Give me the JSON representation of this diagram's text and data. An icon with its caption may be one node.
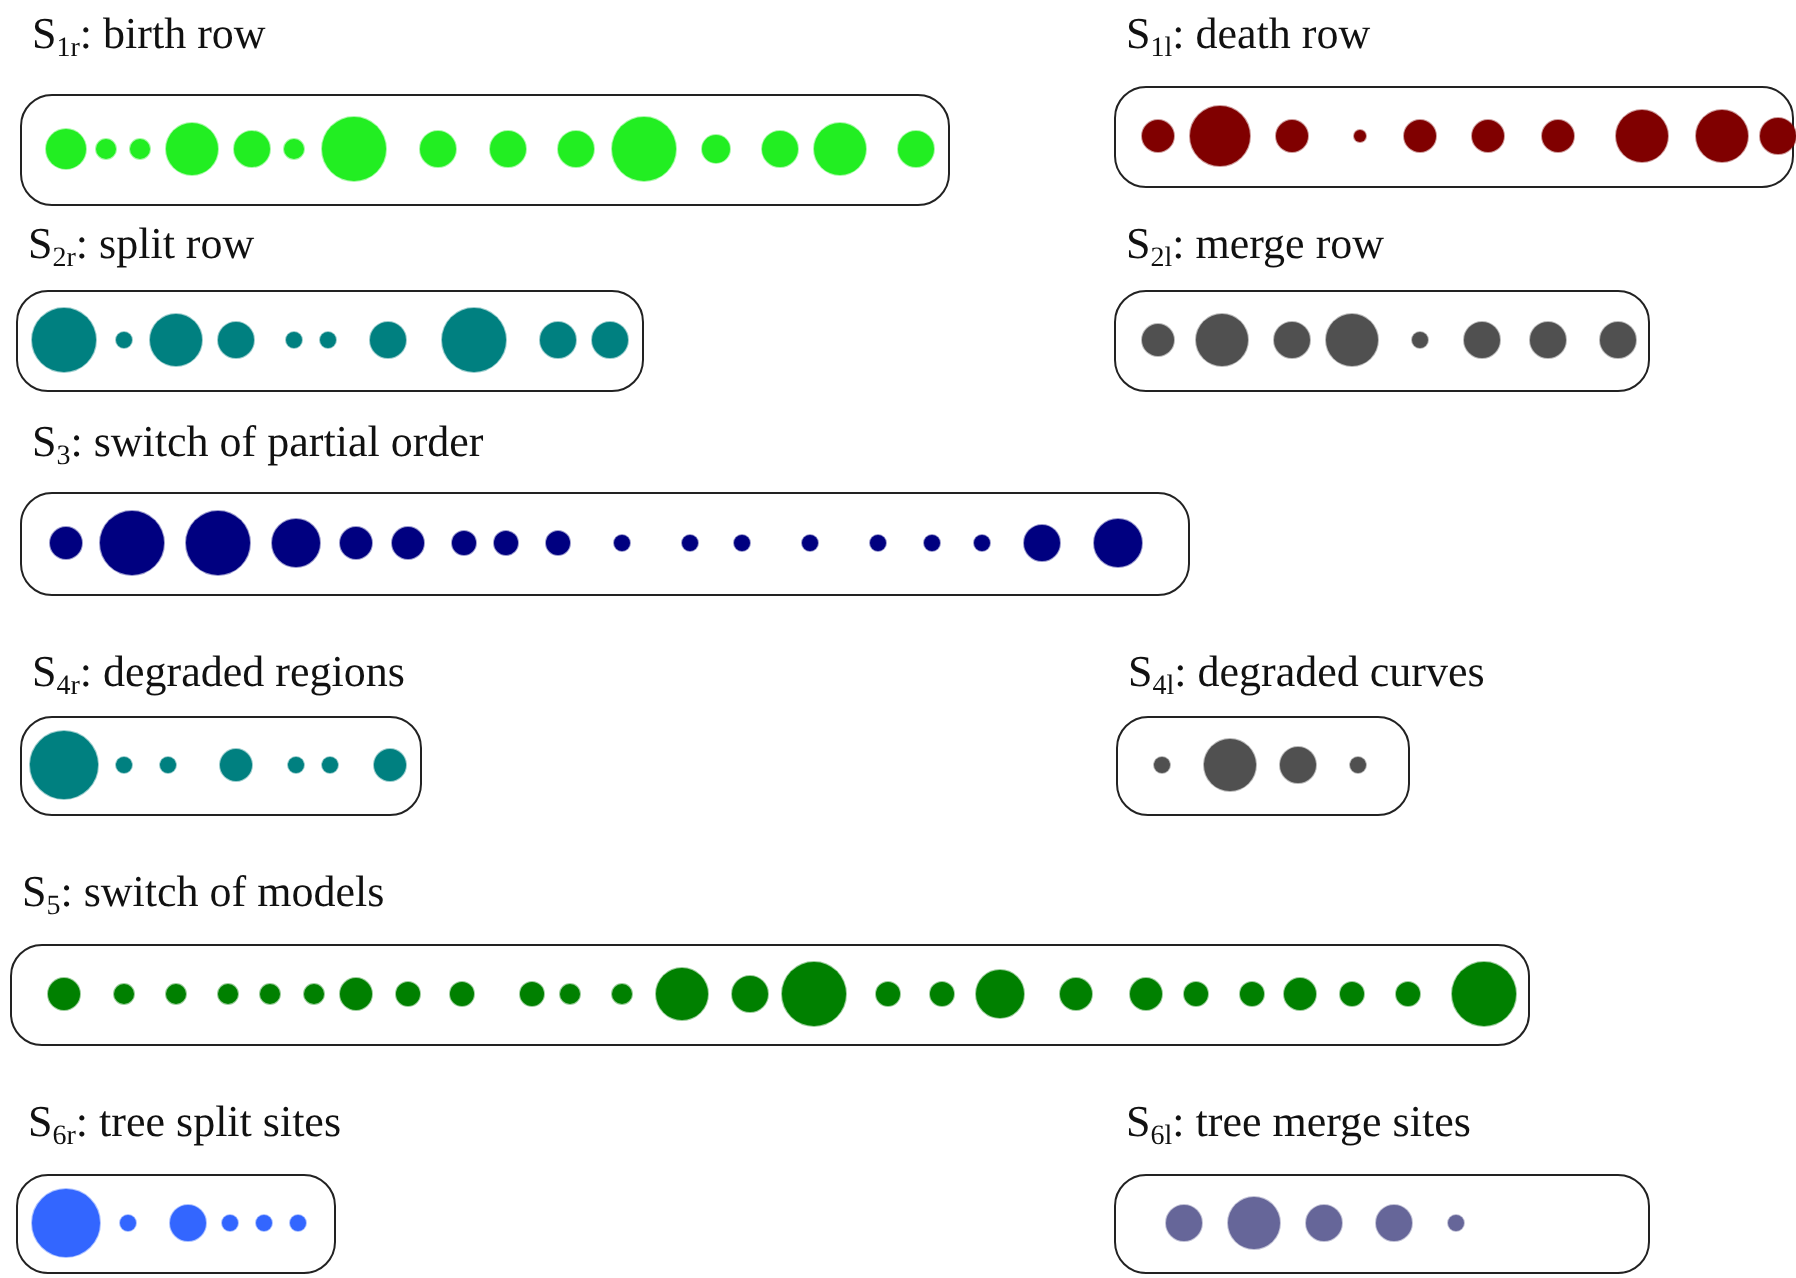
{
  "diagram": {
    "nodes": [
      {
        "text": [
          "S$_{1r}$: birth row"
        ]
      },
      {
        "text": [
          "S$_{1l}$: death row"
        ]
      },
      {
        "text": [
          "S$_{2r}$: split row"
        ]
      },
      {
        "text": [
          "S$_{2l}$: merge row"
        ]
      },
      {
        "text": [
          "S$_{3}$: switch of partial order"
        ]
      },
      {
        "text": [
          "S$_{4r}$: degraded regions"
        ]
      },
      {
        "text": [
          "S$_{4l}$: degraded curves"
        ]
      },
      {
        "text": [
          "S$_{5}$: switch of models"
        ]
      },
      {
        "text": [
          "S$_{6r}$: tree split sites"
        ]
      },
      {
        "text": [
          "S$_{6l}$: tree merge sites"
        ]
      }
    ]
  }
}
